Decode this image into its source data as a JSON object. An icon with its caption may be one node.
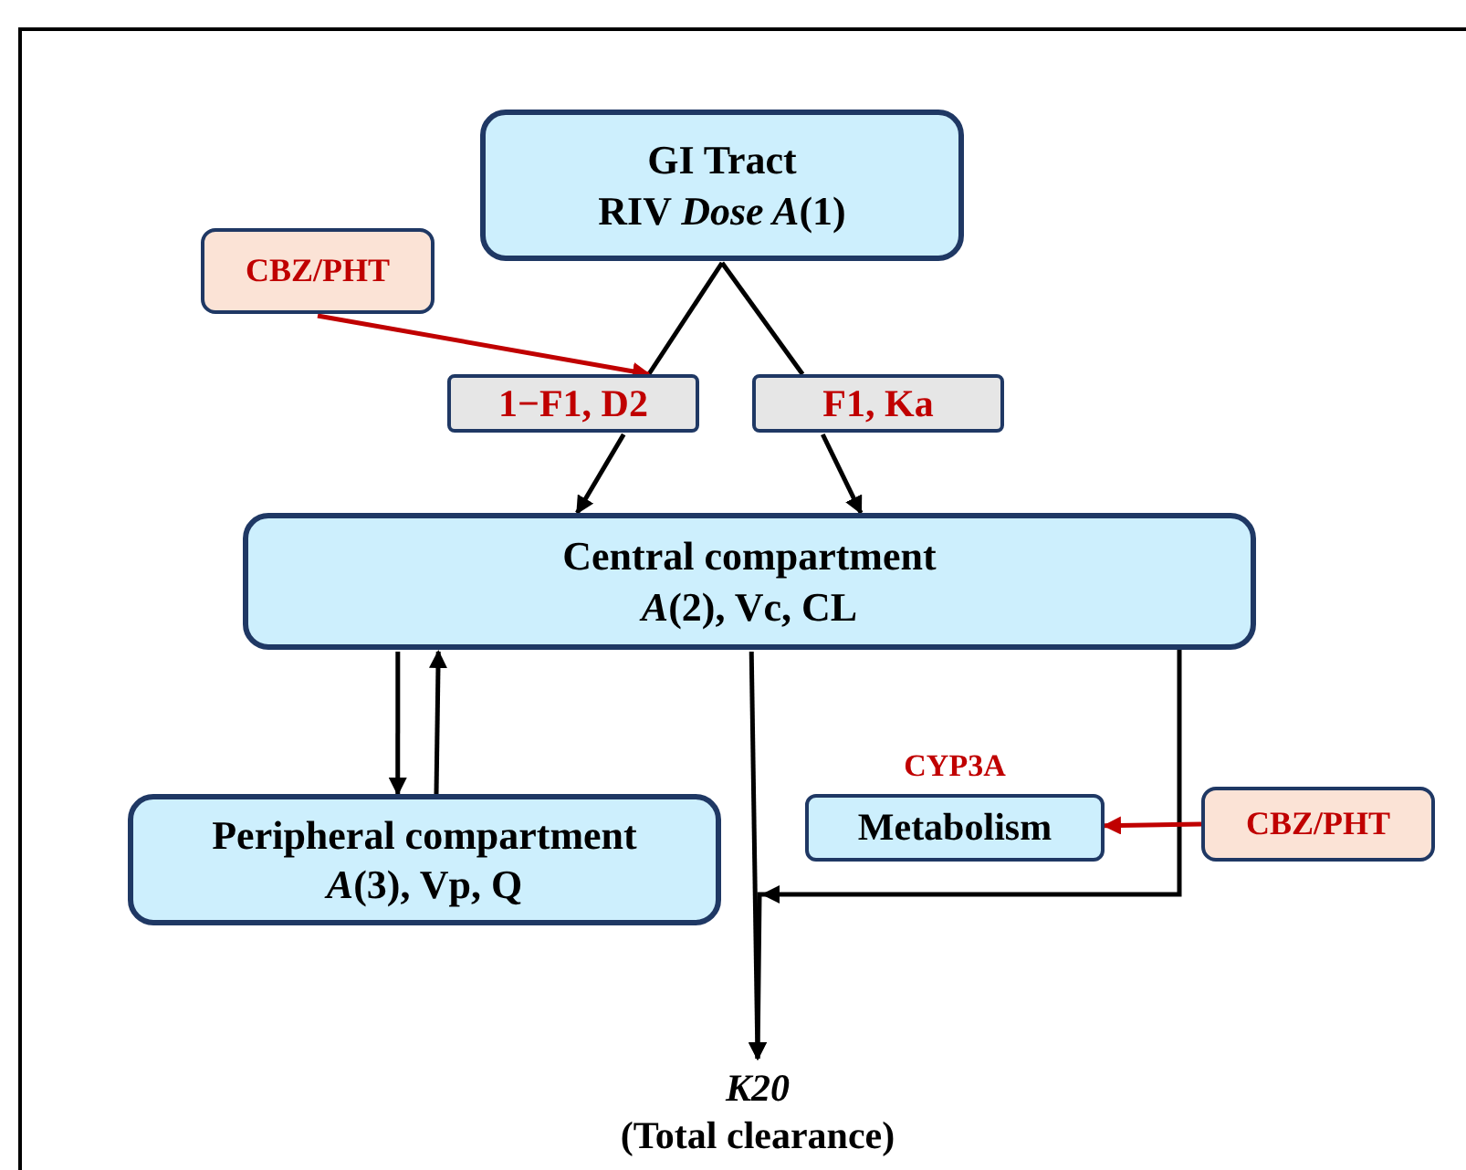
{
  "diagram": {
    "nodes": [
      {
        "text": [
          "GI Tract",
          "RIV *Dose A*(1)"
        ]
      },
      {
        "text": [
          "CBZ/PHT"
        ]
      },
      {
        "text": [
          "1−F1, D2"
        ]
      },
      {
        "text": [
          "F1, Ka"
        ]
      },
      {
        "text": [
          "Central compartment",
          "*A*(2), Vc, CL"
        ]
      },
      {
        "text": [
          "Peripheral compartment",
          "*A*(3), Vp, Q"
        ]
      },
      {
        "text": [
          "Metabolism"
        ],
        "beside": [
          "CYP3A"
        ]
      },
      {
        "text": [
          "CBZ/PHT"
        ]
      },
      {
        "text": [
          "*K20*",
          "(Total clearance)"
        ]
      }
    ],
    "edges": [
      {
        "from": 0,
        "to": 2,
        "arrow": "none"
      },
      {
        "from": 0,
        "to": 3,
        "arrow": "none"
      },
      {
        "from": 1,
        "to": 2,
        "arrow": "to",
        "color": "#c00000"
      },
      {
        "from": 2,
        "to": 4,
        "arrow": "to"
      },
      {
        "from": 3,
        "to": 4,
        "arrow": "to"
      },
      {
        "from": 4,
        "to": 5,
        "arrow": "to"
      },
      {
        "from": 5,
        "to": 4,
        "arrow": "to"
      },
      {
        "from": 4,
        "to": 8,
        "arrow": "to"
      },
      {
        "from": 4,
        "to": 8,
        "arrow": "to"
      },
      {
        "from": 7,
        "to": 6,
        "arrow": "to",
        "color": "#c00000"
      }
    ]
  }
}
